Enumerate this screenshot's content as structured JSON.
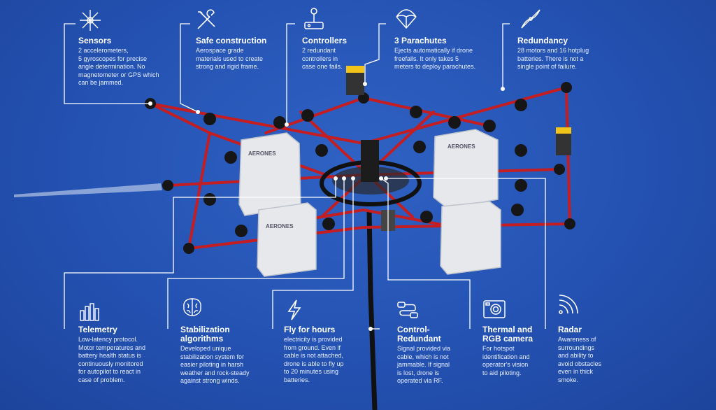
{
  "colors": {
    "background": "#2452b2",
    "frame_red": "#c41d22",
    "lines": "#ffffff",
    "battery_yellow": "#f2c41a"
  },
  "box_branding": "AERONES",
  "features": [
    {
      "id": "sensors",
      "icon": "compass-star-icon",
      "title": "Sensors",
      "desc": "2 accelerometers,\n5 gyroscopes for precise\nangle determination. No\nmagnetometer or GPS which\ncan be jammed."
    },
    {
      "id": "safe-construction",
      "icon": "tools-icon",
      "title": "Safe construction",
      "desc": "Aerospace grade\nmaterials used to create\nstrong and rigid frame."
    },
    {
      "id": "controllers",
      "icon": "joystick-icon",
      "title": "Controllers",
      "desc": "2 redundant\ncontrollers in\ncase one fails."
    },
    {
      "id": "parachutes",
      "icon": "parachute-icon",
      "title": "3 Parachutes",
      "desc": "Ejects automatically if drone\nfreefalls. It only takes 5\nmeters to deploy parachutes."
    },
    {
      "id": "redundancy",
      "icon": "propeller-icon",
      "title": "Redundancy",
      "desc": "28 motors and 16 hotplug\nbatteries. There is not a\nsingle point of failure."
    },
    {
      "id": "telemetry",
      "icon": "bar-graph-icon",
      "title": "Telemetry",
      "desc": "Low-latency protocol.\nMotor temperatures and\nbattery health status is\ncontinuously monitored\nfor autopilot to react in\ncase of problem."
    },
    {
      "id": "stabilization",
      "icon": "brain-icon",
      "title": "Stabilization\nalgorithms",
      "desc": "Developed unique\nstabilization system for\neasier piloting in harsh\nweather and rock-steady\nagainst strong winds."
    },
    {
      "id": "fly-hours",
      "icon": "lightning-icon",
      "title": "Fly for hours",
      "desc": "electricity is provided\nfrom ground. Even if\ncable is not attached,\ndrone is able to fly up\nto 20 minutes using\nbatteries."
    },
    {
      "id": "control-redundant",
      "icon": "connection-icon",
      "title": "Control-\nRedundant",
      "desc": "Signal provided via\ncable, which is not\njammable. If signal\nis lost, drone is\noperated via RF."
    },
    {
      "id": "camera",
      "icon": "camera-icon",
      "title": "Thermal and\nRGB camera",
      "desc": "For hotspot\nidentification and\noperator's vision\nto aid piloting."
    },
    {
      "id": "radar",
      "icon": "radar-icon",
      "title": "Radar",
      "desc": "Awareness of\nsurroundings\nand ability to\navoid obstacles\neven in thick\nsmoke."
    }
  ]
}
